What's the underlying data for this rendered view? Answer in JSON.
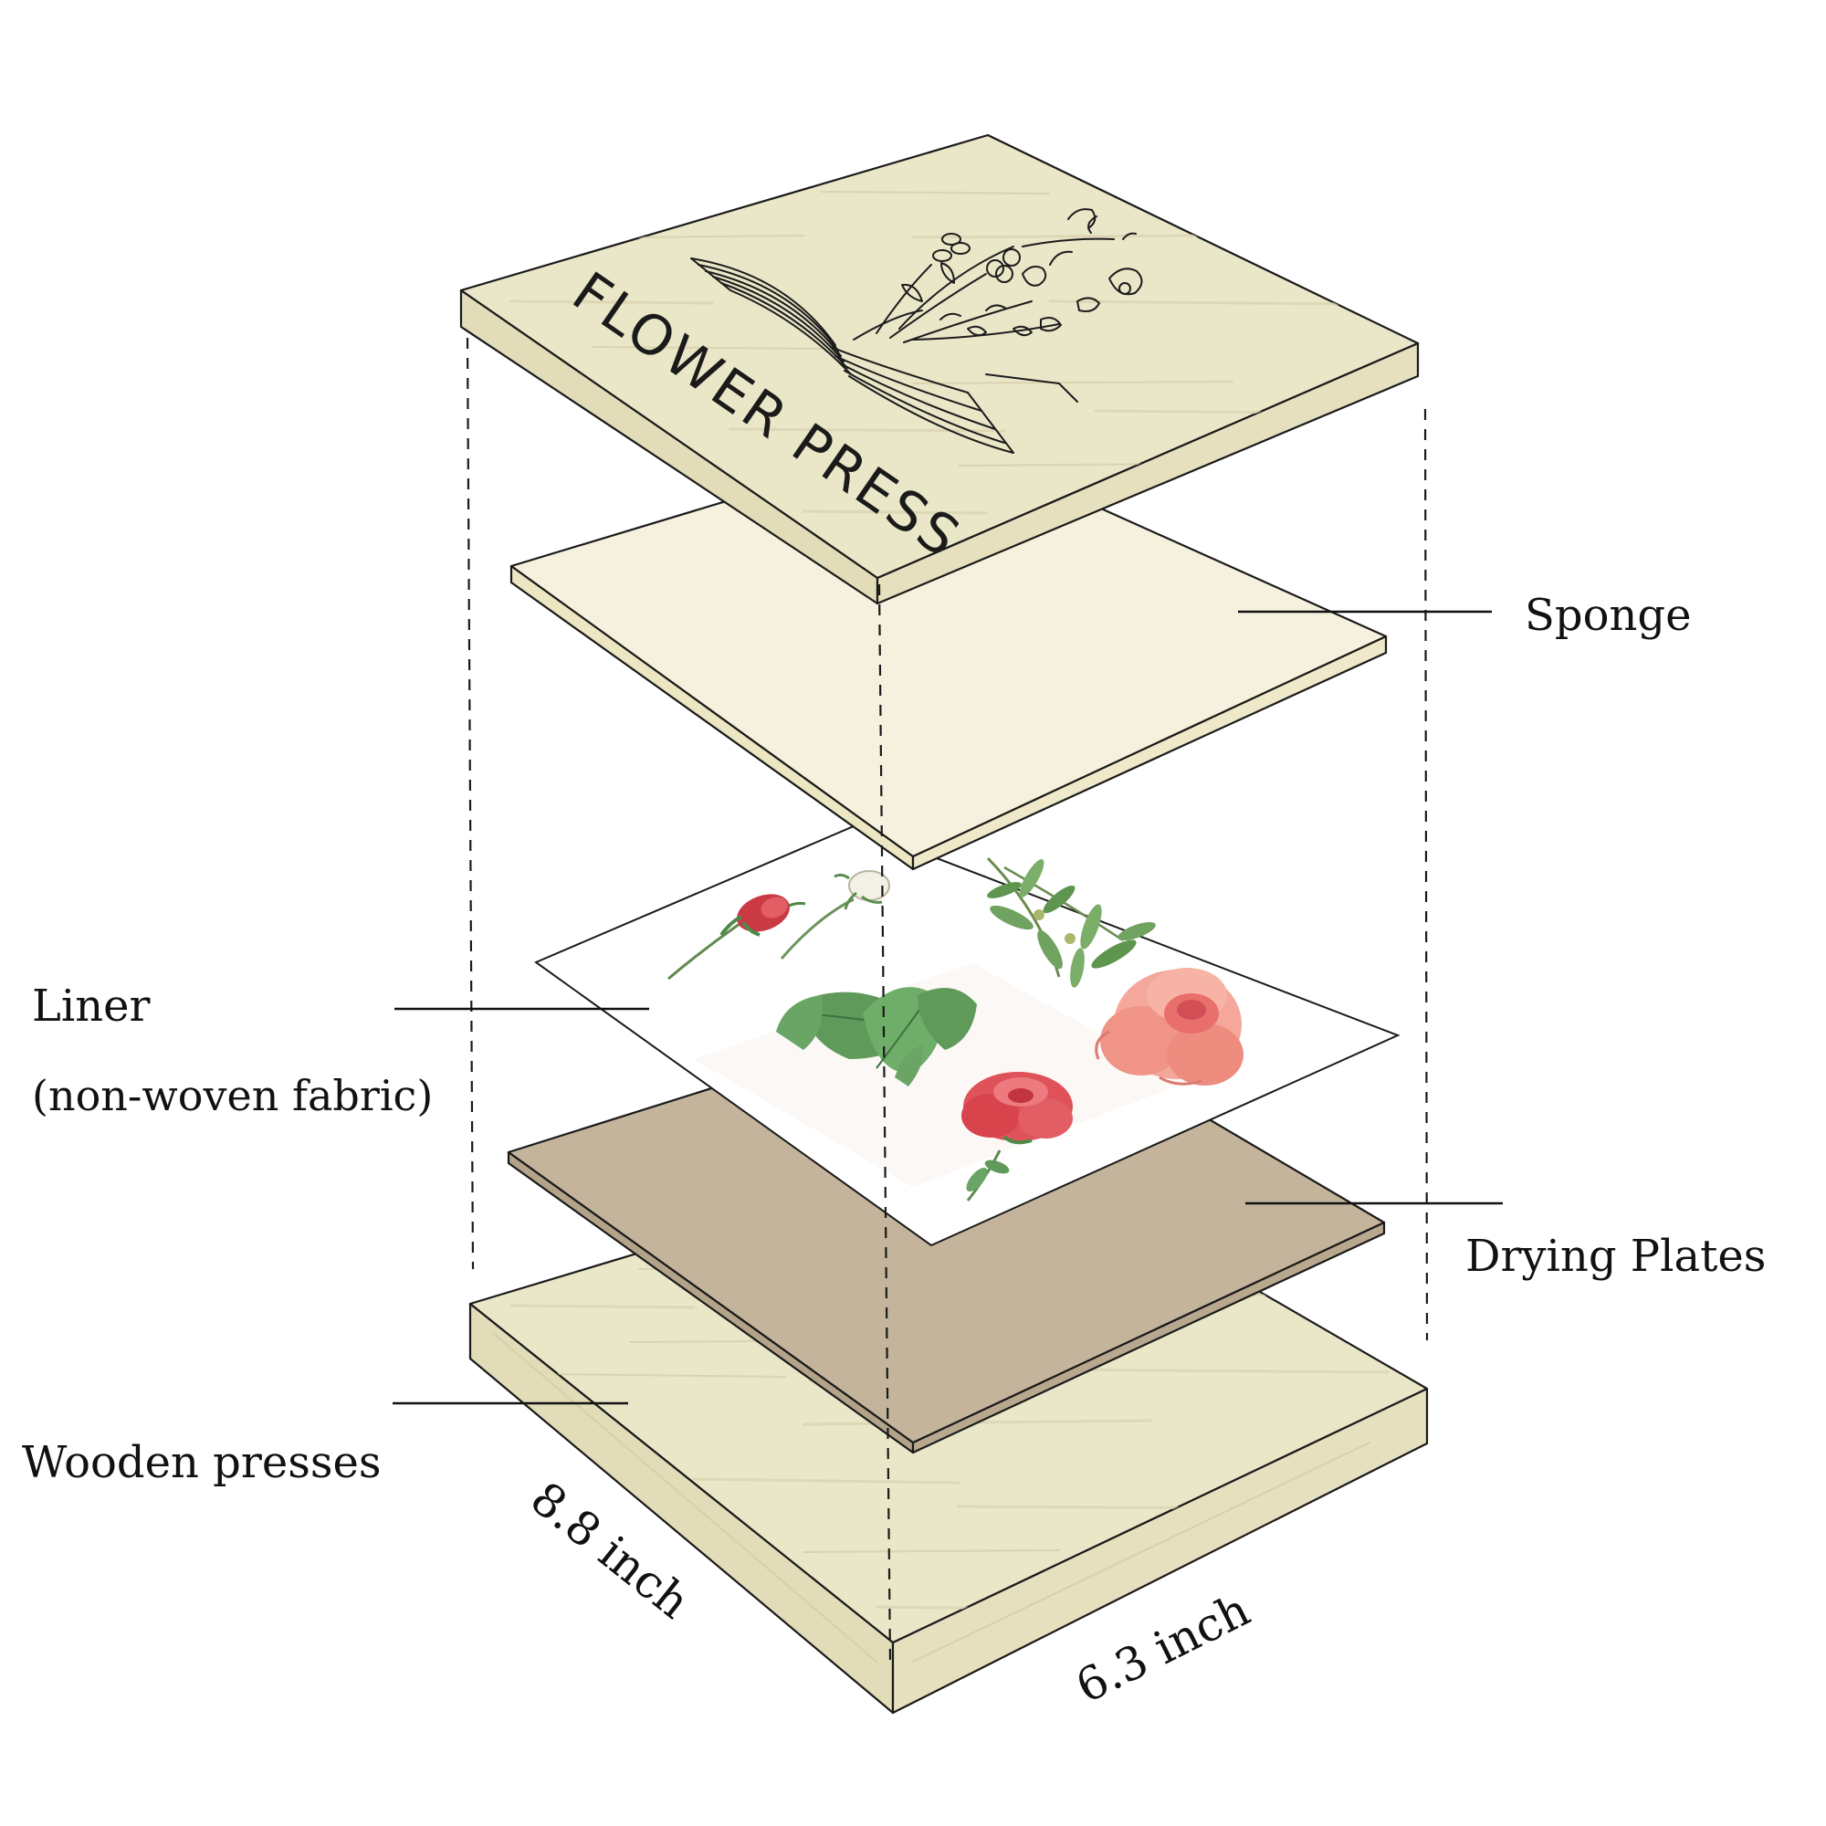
{
  "labels": {
    "sponge": "Sponge",
    "liner_line1": "Liner",
    "liner_line2": "(non-woven fabric)",
    "drying_plates": "Drying Plates",
    "wooden_presses": "Wooden presses",
    "dim_length": "8.8 inch",
    "dim_width": "6.3 inch"
  },
  "top_board": {
    "engraving": "FLOWER PRESS"
  },
  "colors": {
    "wood": "#eae6c8",
    "wood_side": "#e2dcb9",
    "sponge": "#f5f1de",
    "sponge_side": "#ece6c3",
    "liner": "#ffffff",
    "drying_plate": "#c3b49b",
    "drying_plate_side": "#b3a389",
    "rose_pink": "#ef8e86",
    "rose_red": "#d94a52",
    "leaf_green": "#5f9a5a"
  },
  "icons": {
    "book_bouquet": "open-book-with-flowers-icon",
    "rosebud_red": "red-rosebud-icon",
    "rosebud_white": "white-rosebud-icon",
    "olive_sprig": "olive-branch-icon",
    "rose_leaves": "rose-leaves-icon",
    "pink_rose": "pink-rose-icon",
    "red_rose": "red-rose-icon"
  }
}
